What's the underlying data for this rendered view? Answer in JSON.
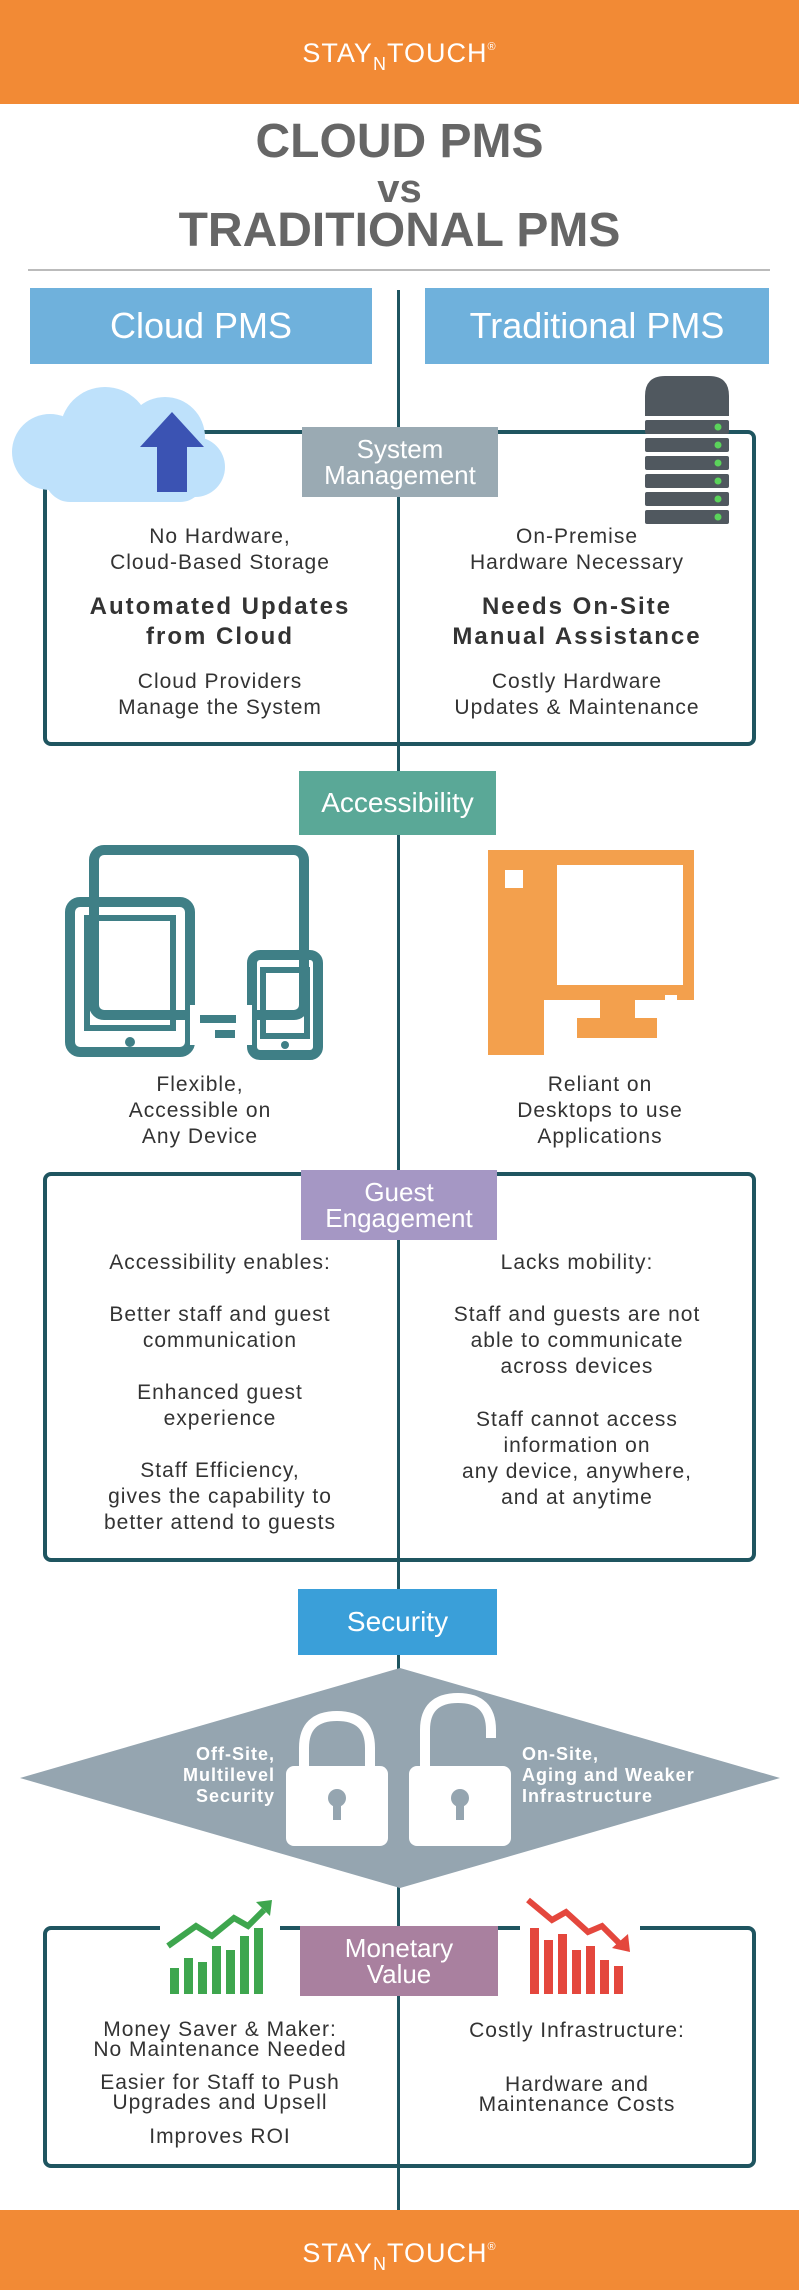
{
  "brand": {
    "name_left": "STAY",
    "name_mid": "N",
    "name_right": "TOUCH",
    "trademark": "®"
  },
  "title": {
    "line1": "CLOUD PMS",
    "line2": "vs",
    "line3": "TRADITIONAL PMS"
  },
  "columns": {
    "left": "Cloud PMS",
    "right": "Traditional PMS"
  },
  "system_management": {
    "label_line1": "System",
    "label_line2": "Management",
    "left": {
      "item1_line1": "No Hardware,",
      "item1_line2": "Cloud-Based Storage",
      "item2_line1": "Automated Updates",
      "item2_line2": "from Cloud",
      "item3_line1": "Cloud Providers",
      "item3_line2": "Manage the System"
    },
    "right": {
      "item1_line1": "On-Premise",
      "item1_line2": "Hardware Necessary",
      "item2_line1": "Needs On-Site",
      "item2_line2": "Manual Assistance",
      "item3_line1": "Costly Hardware",
      "item3_line2": "Updates & Maintenance"
    }
  },
  "accessibility": {
    "label": "Accessibility",
    "left": {
      "line1": "Flexible,",
      "line2": "Accessible on",
      "line3": "Any Device"
    },
    "right": {
      "line1": "Reliant on",
      "line2": "Desktops to use",
      "line3": "Applications"
    }
  },
  "guest_engagement": {
    "label_line1": "Guest",
    "label_line2": "Engagement",
    "left": {
      "intro": "Accessibility enables:",
      "p1_line1": "Better staff and guest",
      "p1_line2": "communication",
      "p2_line1": "Enhanced guest",
      "p2_line2": "experience",
      "p3_line1": "Staff Efficiency,",
      "p3_line2": "gives the capability to",
      "p3_line3": "better attend to guests"
    },
    "right": {
      "intro": "Lacks mobility:",
      "p1_line1": "Staff and guests are not",
      "p1_line2": "able to communicate",
      "p1_line3": "across devices",
      "p2_line1": "Staff cannot access",
      "p2_line2": "information on",
      "p2_line3": "any device, anywhere,",
      "p2_line4": "and at anytime"
    }
  },
  "security": {
    "label": "Security",
    "left": {
      "line1": "Off-Site,",
      "line2": "Multilevel",
      "line3": "Security"
    },
    "right": {
      "line1": "On-Site,",
      "line2": "Aging and Weaker",
      "line3": "Infrastructure"
    }
  },
  "monetary_value": {
    "label_line1": "Monetary",
    "label_line2": "Value",
    "left": {
      "p1_line1": "Money Saver & Maker:",
      "p1_line2": "No Maintenance Needed",
      "p2_line1": "Easier for Staff to Push",
      "p2_line2": "Upgrades and Upsell",
      "p3": "Improves ROI"
    },
    "right": {
      "p1": "Costly Infrastructure:",
      "p2_line1": "Hardware and",
      "p2_line2": "Maintenance Costs"
    }
  },
  "colors": {
    "orange": "#f28a35",
    "blue": "#6fb1dc",
    "teal": "#1f5560",
    "label_gray": "#9aaab3",
    "label_green": "#5aa897",
    "label_purple": "#a597c4",
    "label_blue": "#3a9fd9",
    "label_mauve": "#a9809f"
  }
}
